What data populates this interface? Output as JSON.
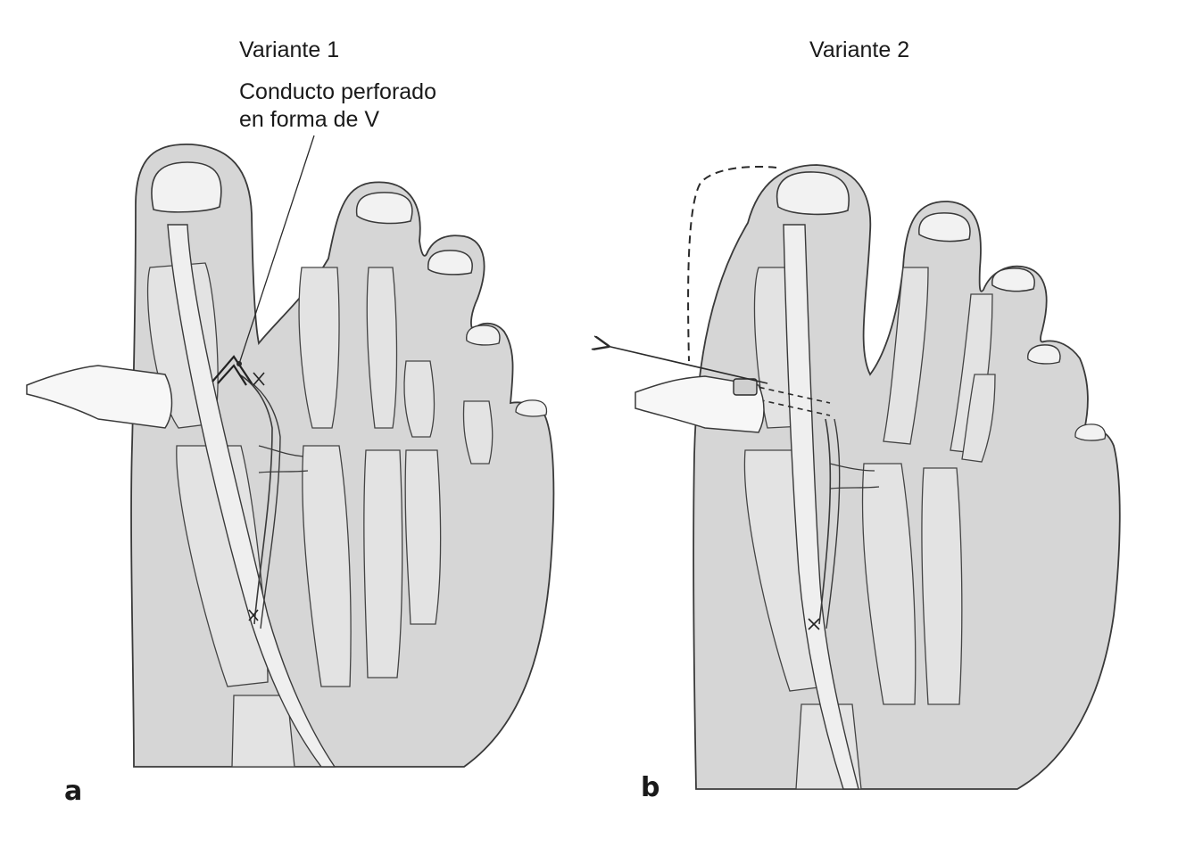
{
  "panels": [
    {
      "letter": "a",
      "title": "Variante 1",
      "annotation": {
        "line1": "Conducto perforado",
        "line2": "en forma de V"
      }
    },
    {
      "letter": "b",
      "title": "Variante 2"
    }
  ],
  "colors": {
    "skin": "#d6d6d6",
    "outline": "#3a3a3a",
    "bone": "#e3e3e3",
    "nail": "#f2f2f2",
    "tendon": "#efefef",
    "text": "#1a1a1a"
  }
}
